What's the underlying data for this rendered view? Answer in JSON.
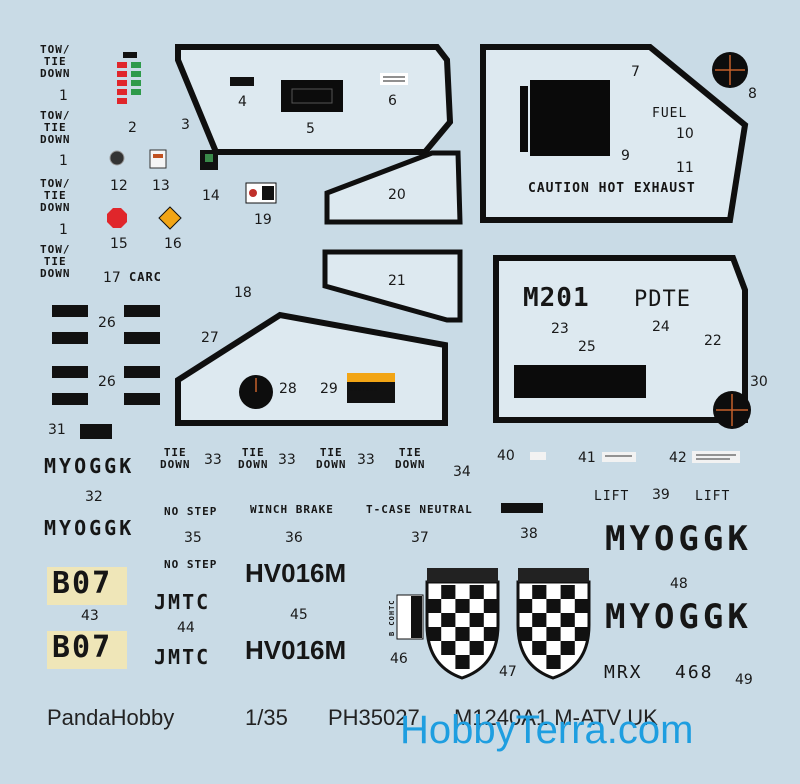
{
  "stencils": {
    "tow_tie_down": "TOW/\nTIE\nDOWN",
    "tie_down": "TIE\nDOWN",
    "carc": "CARC",
    "fuel": "FUEL",
    "caution_hot_exhaust": "CAUTION HOT EXHAUST",
    "m201": "M201",
    "pdte": "PDTE",
    "myoggk": "MYOGGK",
    "no_step": "NO STEP",
    "winch_brake": "WINCH BRAKE",
    "tcase_neutral": "T-CASE NEUTRAL",
    "lift": "LIFT",
    "b07": "B07",
    "jmtc": "JMTC",
    "hv016m": "HV016M",
    "mrx": "MRX",
    "n468": "468",
    "caution_small": "CAUTION",
    "bcohtc": "B COHTC"
  },
  "numbers": [
    "1",
    "2",
    "3",
    "4",
    "5",
    "6",
    "7",
    "8",
    "9",
    "10",
    "11",
    "12",
    "13",
    "14",
    "15",
    "16",
    "17",
    "18",
    "19",
    "20",
    "21",
    "22",
    "23",
    "24",
    "25",
    "26",
    "27",
    "28",
    "29",
    "30",
    "31",
    "32",
    "33",
    "34",
    "35",
    "36",
    "37",
    "38",
    "39",
    "40",
    "41",
    "42",
    "43",
    "44",
    "45",
    "46",
    "47",
    "48",
    "49"
  ],
  "footer": {
    "brand": "PandaHobby",
    "scale": "1/35",
    "code": "PH35027",
    "model": "M1240A1 M-ATV UK"
  },
  "watermark": "HobbyTerra.com",
  "colors": {
    "sheet": "#c9dbe6",
    "ink": "#111111",
    "watermark": "#1e9ee0",
    "caution": "#f2a515",
    "red": "#e0262b"
  }
}
